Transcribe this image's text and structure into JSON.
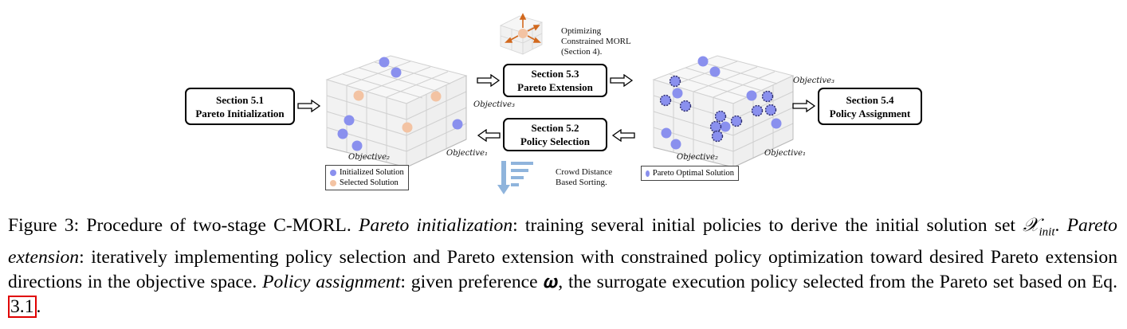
{
  "boxes": {
    "init_line1": "Section 5.1",
    "init_line2": "Pareto Initialization",
    "ext_line1": "Section 5.3",
    "ext_line2": "Pareto Extension",
    "sel_line1": "Section 5.2",
    "sel_line2": "Policy Selection",
    "assign_line1": "Section 5.4",
    "assign_line2": "Policy Assignment"
  },
  "notes": {
    "optim_line1": "Optimizing",
    "optim_line2": "Constrained MORL",
    "optim_line3": "(Section 4).",
    "crowd_line1": "Crowd Distance",
    "crowd_line2": "Based Sorting."
  },
  "axes": {
    "left_obj1": "Objective₁",
    "left_obj2": "Objective₂",
    "left_obj3": "Objective₃",
    "right_obj1": "Objective₁",
    "right_obj2": "Objective₂",
    "right_obj3": "Objective₃"
  },
  "legend": {
    "initialized": "Initialized Solution",
    "selected": "Selected Solution",
    "pareto": "Pareto Optimal Solution"
  },
  "colors": {
    "initialized": "#8a90ee",
    "selected": "#f3c3a3",
    "pareto_border": "#2a2a6a",
    "sorting_arrow": "#8fb4dc"
  },
  "caption": {
    "label": "Figure 3: Procedure of two-stage C-MORL. ",
    "t1": "Pareto initialization",
    "t2": ": training several initial policies to derive the initial solution set ",
    "math": "𝒳",
    "math_sub": "init",
    "t3": ". ",
    "t4": "Pareto extension",
    "t5": ": iteratively implementing policy selection and Pareto extension with constrained policy optimization toward desired Pareto extension directions in the objective space. ",
    "t6": "Policy assignment",
    "t7": ": given preference ",
    "omega": "𝝎",
    "t8": ", the surrogate execution policy selected from the Pareto set based on Eq. ",
    "ref": "3.1",
    "t9": "."
  }
}
